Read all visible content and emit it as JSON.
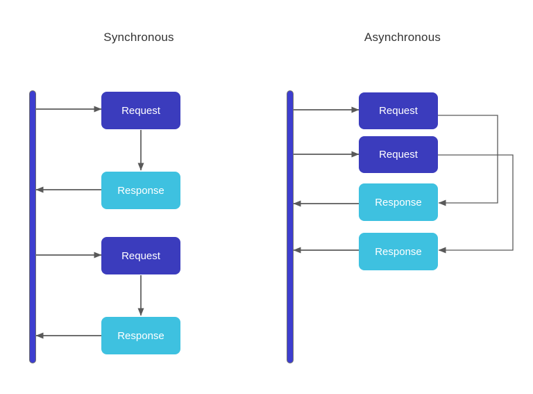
{
  "sync": {
    "title": "Synchronous",
    "boxes": [
      {
        "label": "Request",
        "type": "request"
      },
      {
        "label": "Response",
        "type": "response"
      },
      {
        "label": "Request",
        "type": "request"
      },
      {
        "label": "Response",
        "type": "response"
      }
    ]
  },
  "async": {
    "title": "Asynchronous",
    "boxes": [
      {
        "label": "Request",
        "type": "request"
      },
      {
        "label": "Request",
        "type": "request"
      },
      {
        "label": "Response",
        "type": "response"
      },
      {
        "label": "Response",
        "type": "response"
      }
    ]
  },
  "icons": {
    "lifeline": "lifeline-bar",
    "arrow": "arrow-connector"
  },
  "colors": {
    "background": "#ffffff",
    "title_text": "#333333",
    "box_text": "#ffffff",
    "request_fill": "#3b3cbd",
    "response_fill": "#3ec1e0",
    "lifeline_fill": "#3d3ecf",
    "lifeline_border": "#6f6f6f",
    "arrow": "#595959"
  }
}
